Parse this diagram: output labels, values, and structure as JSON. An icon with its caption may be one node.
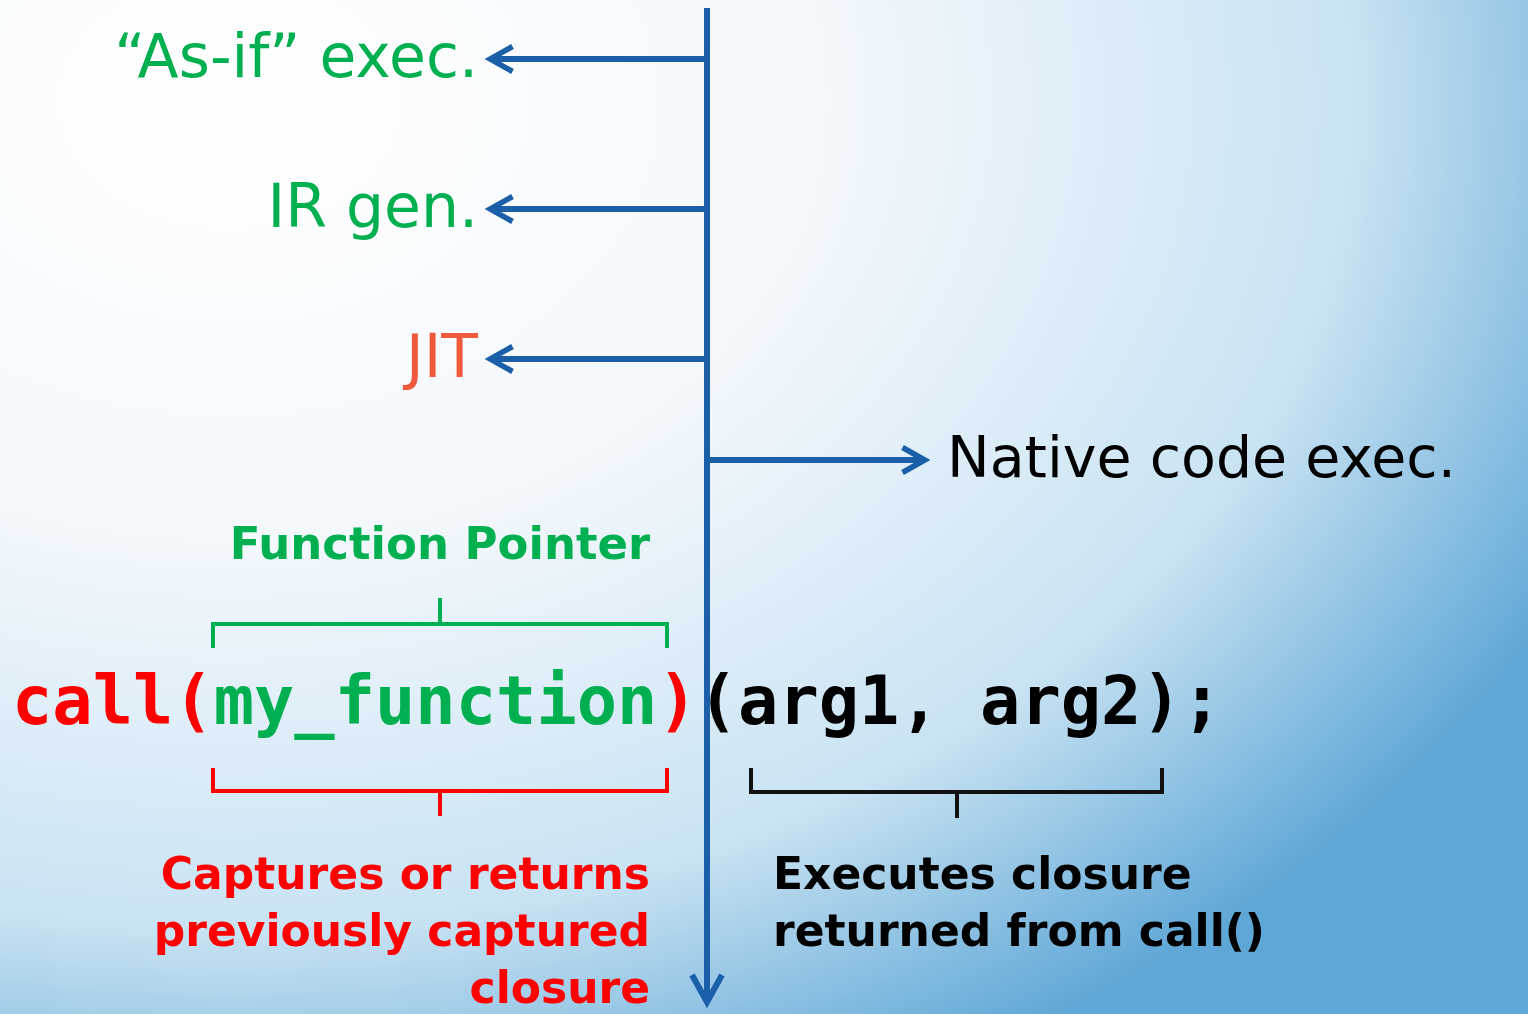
{
  "diagram": {
    "nodes": [
      {
        "text": [
          "“As-if” exec."
        ]
      },
      {
        "text": [
          "IR gen."
        ]
      },
      {
        "text": [
          "JIT"
        ]
      },
      {
        "text": [
          "Native code exec."
        ]
      },
      {
        "text": [
          "Function Pointer"
        ]
      },
      {
        "text": [
          "Captures or returns previously captured closure"
        ]
      },
      {
        "text": [
          "Executes closure returned from call()"
        ]
      }
    ],
    "edges": [
      {
        "from": null,
        "to": 0,
        "arrow": "to"
      },
      {
        "from": null,
        "to": 1,
        "arrow": "to"
      },
      {
        "from": null,
        "to": 2,
        "arrow": "to"
      },
      {
        "from": null,
        "to": 3,
        "arrow": "to"
      }
    ],
    "labels": [
      "call(",
      "my_function",
      ")",
      "(arg1, arg2);"
    ]
  }
}
